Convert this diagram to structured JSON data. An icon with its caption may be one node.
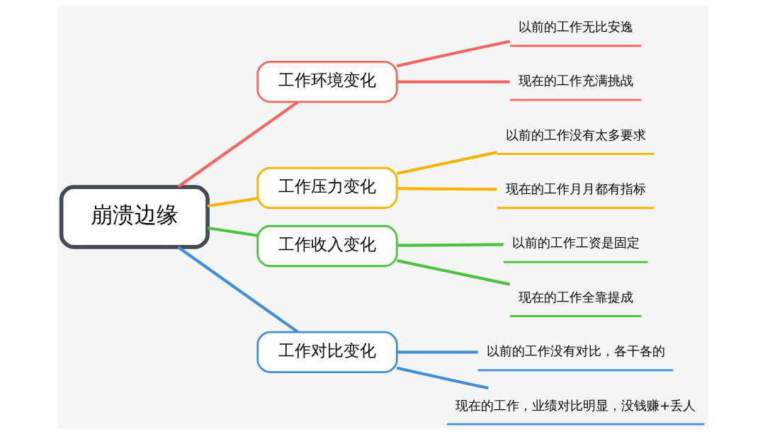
{
  "diagram": {
    "nodes": [
      {
        "text": [
          "崩溃边缘"
        ]
      },
      {
        "text": [
          "工作环境变化"
        ]
      },
      {
        "text": [
          "工作压力变化"
        ]
      },
      {
        "text": [
          "工作收入变化"
        ]
      },
      {
        "text": [
          "工作对比变化"
        ]
      },
      {
        "text": [
          "以前的工作无比安逸"
        ]
      },
      {
        "text": [
          "现在的工作充满挑战"
        ]
      },
      {
        "text": [
          "以前的工作没有太多要求"
        ]
      },
      {
        "text": [
          "现在的工作月月都有指标"
        ]
      },
      {
        "text": [
          "以前的工作工资是固定"
        ]
      },
      {
        "text": [
          "现在的工作全靠提成"
        ]
      },
      {
        "text": [
          "以前的工作没有对比，各干各的"
        ]
      },
      {
        "text": [
          "现在的工作，业绩对比明显，没钱赚+丢人"
        ]
      }
    ],
    "edges": [
      {
        "from": 0,
        "to": 1,
        "arrow": "none",
        "color": "#f4675f"
      },
      {
        "from": 0,
        "to": 2,
        "arrow": "none",
        "color": "#f7b500"
      },
      {
        "from": 0,
        "to": 3,
        "arrow": "none",
        "color": "#4cc33f"
      },
      {
        "from": 0,
        "to": 4,
        "arrow": "none",
        "color": "#3f8fdb"
      },
      {
        "from": 1,
        "to": 5,
        "arrow": "none",
        "color": "#f4675f"
      },
      {
        "from": 1,
        "to": 6,
        "arrow": "none",
        "color": "#f4675f"
      },
      {
        "from": 2,
        "to": 7,
        "arrow": "none",
        "color": "#f7b500"
      },
      {
        "from": 2,
        "to": 8,
        "arrow": "none",
        "color": "#f7b500"
      },
      {
        "from": 3,
        "to": 9,
        "arrow": "none",
        "color": "#4cc33f"
      },
      {
        "from": 3,
        "to": 10,
        "arrow": "none",
        "color": "#4cc33f"
      },
      {
        "from": 4,
        "to": 11,
        "arrow": "none",
        "color": "#3f8fdb"
      },
      {
        "from": 4,
        "to": 12,
        "arrow": "none",
        "color": "#3f8fdb"
      }
    ]
  }
}
